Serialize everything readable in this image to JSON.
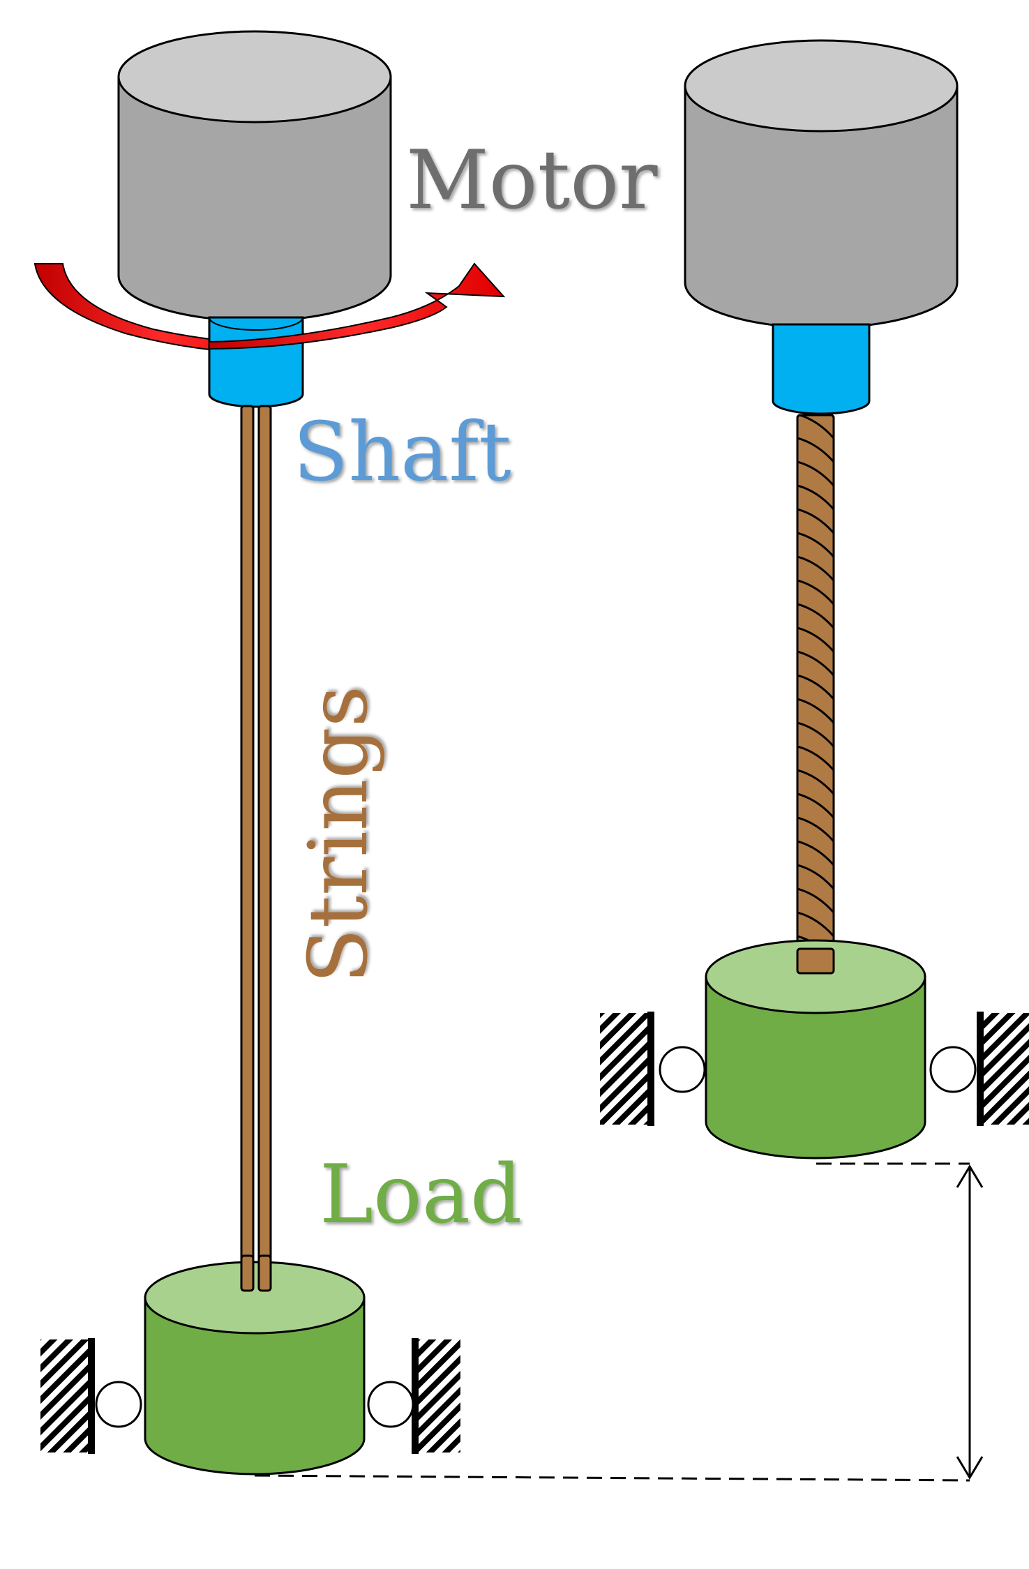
{
  "labels": {
    "motor": "Motor",
    "shaft": "Shaft",
    "strings": "Strings",
    "load": "Load"
  },
  "colors": {
    "motor_side": "#a6a6a6",
    "motor_top": "#cbcbcb",
    "shaft": "#00b0f0",
    "string": "#b07a45",
    "load_side": "#70ad47",
    "load_top": "#a9d18e",
    "arrow": "#e02020",
    "motor_text": "#6e6e6e",
    "shaft_text": "#5b9bd5",
    "string_text": "#a66f3c",
    "load_text": "#70ad47"
  },
  "icons": {
    "rotation": "curved-arrow-icon",
    "wall": "hatched-wall-icon",
    "roller": "roller-icon",
    "dimension": "double-arrow-icon"
  }
}
